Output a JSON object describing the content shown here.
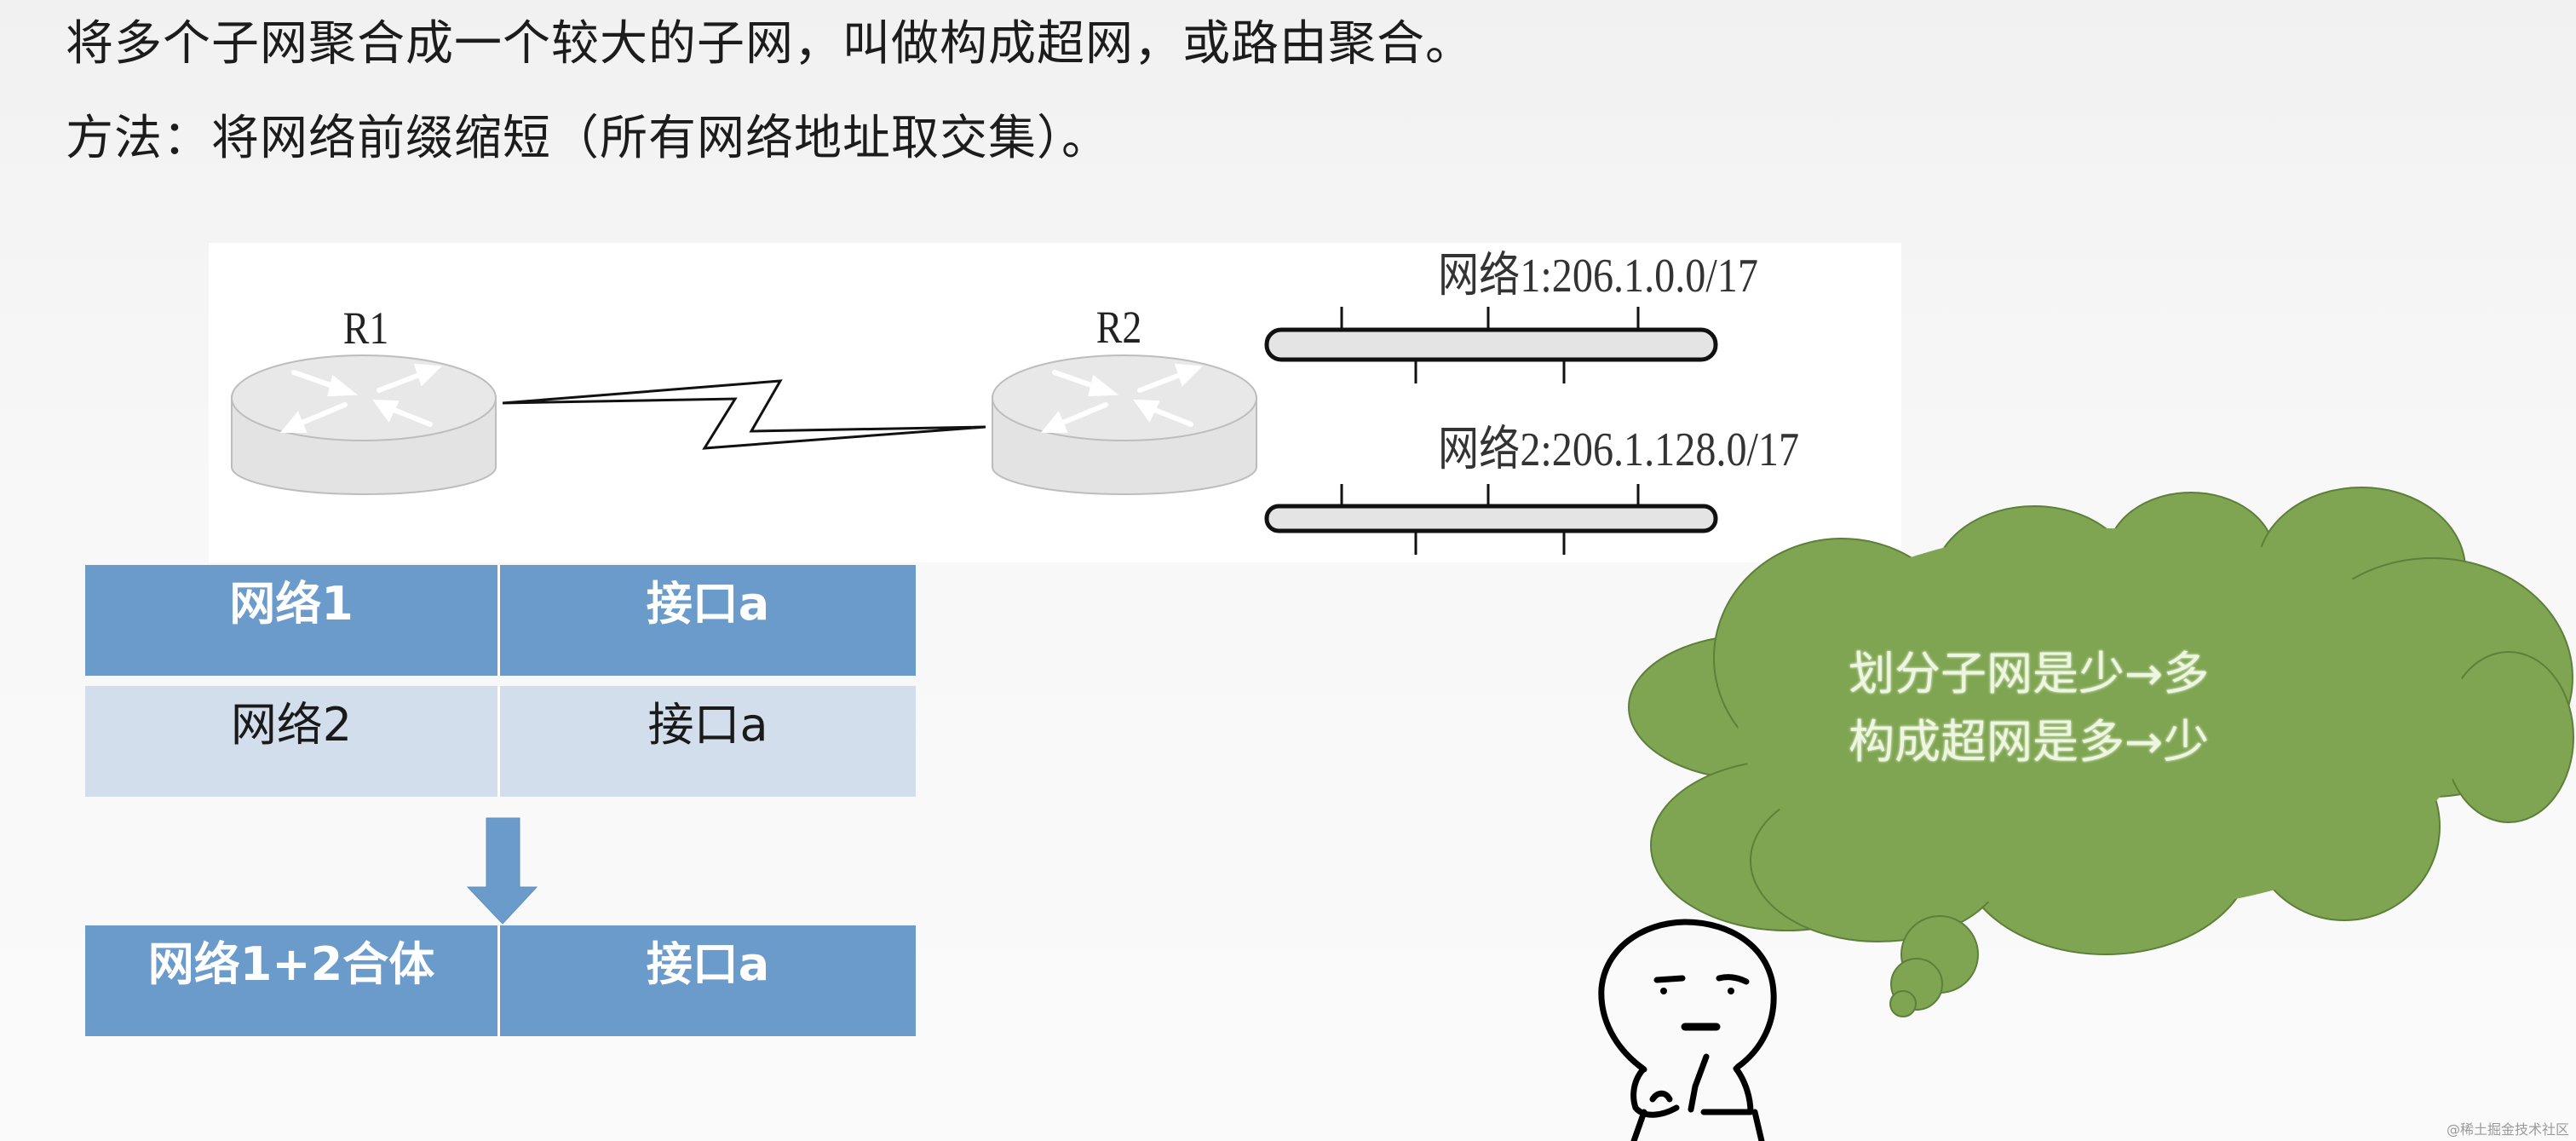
{
  "intro": {
    "line1": "将多个子网聚合成一个较大的子网，叫做构成超网，或路由聚合。",
    "line2": "方法：将网络前缀缩短（所有网络地址取交集）。"
  },
  "diagram": {
    "routers": [
      {
        "label": "R1"
      },
      {
        "label": "R2"
      }
    ],
    "link_type": "serial-zigzag",
    "networks": [
      {
        "label": "网络1:206.1.0.0/17"
      },
      {
        "label": "网络2:206.1.128.0/17"
      }
    ]
  },
  "routing_table_before": {
    "rows": [
      {
        "network": "网络1",
        "interface": "接口a"
      },
      {
        "network": "网络2",
        "interface": "接口a"
      }
    ]
  },
  "arrow_icon": "down-arrow-icon",
  "routing_table_after": {
    "rows": [
      {
        "network": "网络1+2合体",
        "interface": "接口a"
      }
    ]
  },
  "thought_bubble": {
    "line1": "划分子网是少→多",
    "line2": "构成超网是多→少"
  },
  "watermark": "@稀土掘金技术社区",
  "colors": {
    "table_header_blue": "#6b9bcb",
    "table_row_light": "#d3deed",
    "cloud_green": "#7fa552",
    "router_fill": "#e6e6e6"
  }
}
